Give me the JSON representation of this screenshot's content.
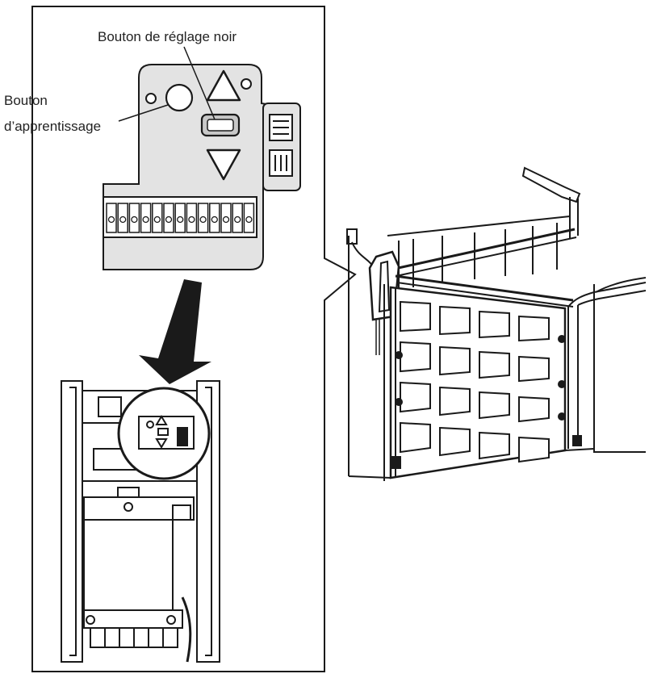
{
  "labels": {
    "adjust_button": "Bouton de réglage noir",
    "learn_button_line1": "Bouton",
    "learn_button_line2": "d’apprentissage"
  },
  "colors": {
    "panel_fill": "#e3e3e3",
    "outline": "#1a1a1a",
    "pointer_arrow": "#1a1a1a"
  },
  "icons": [
    "up-arrow-icon",
    "down-arrow-icon",
    "adjust-button-icon",
    "learn-button-icon"
  ]
}
